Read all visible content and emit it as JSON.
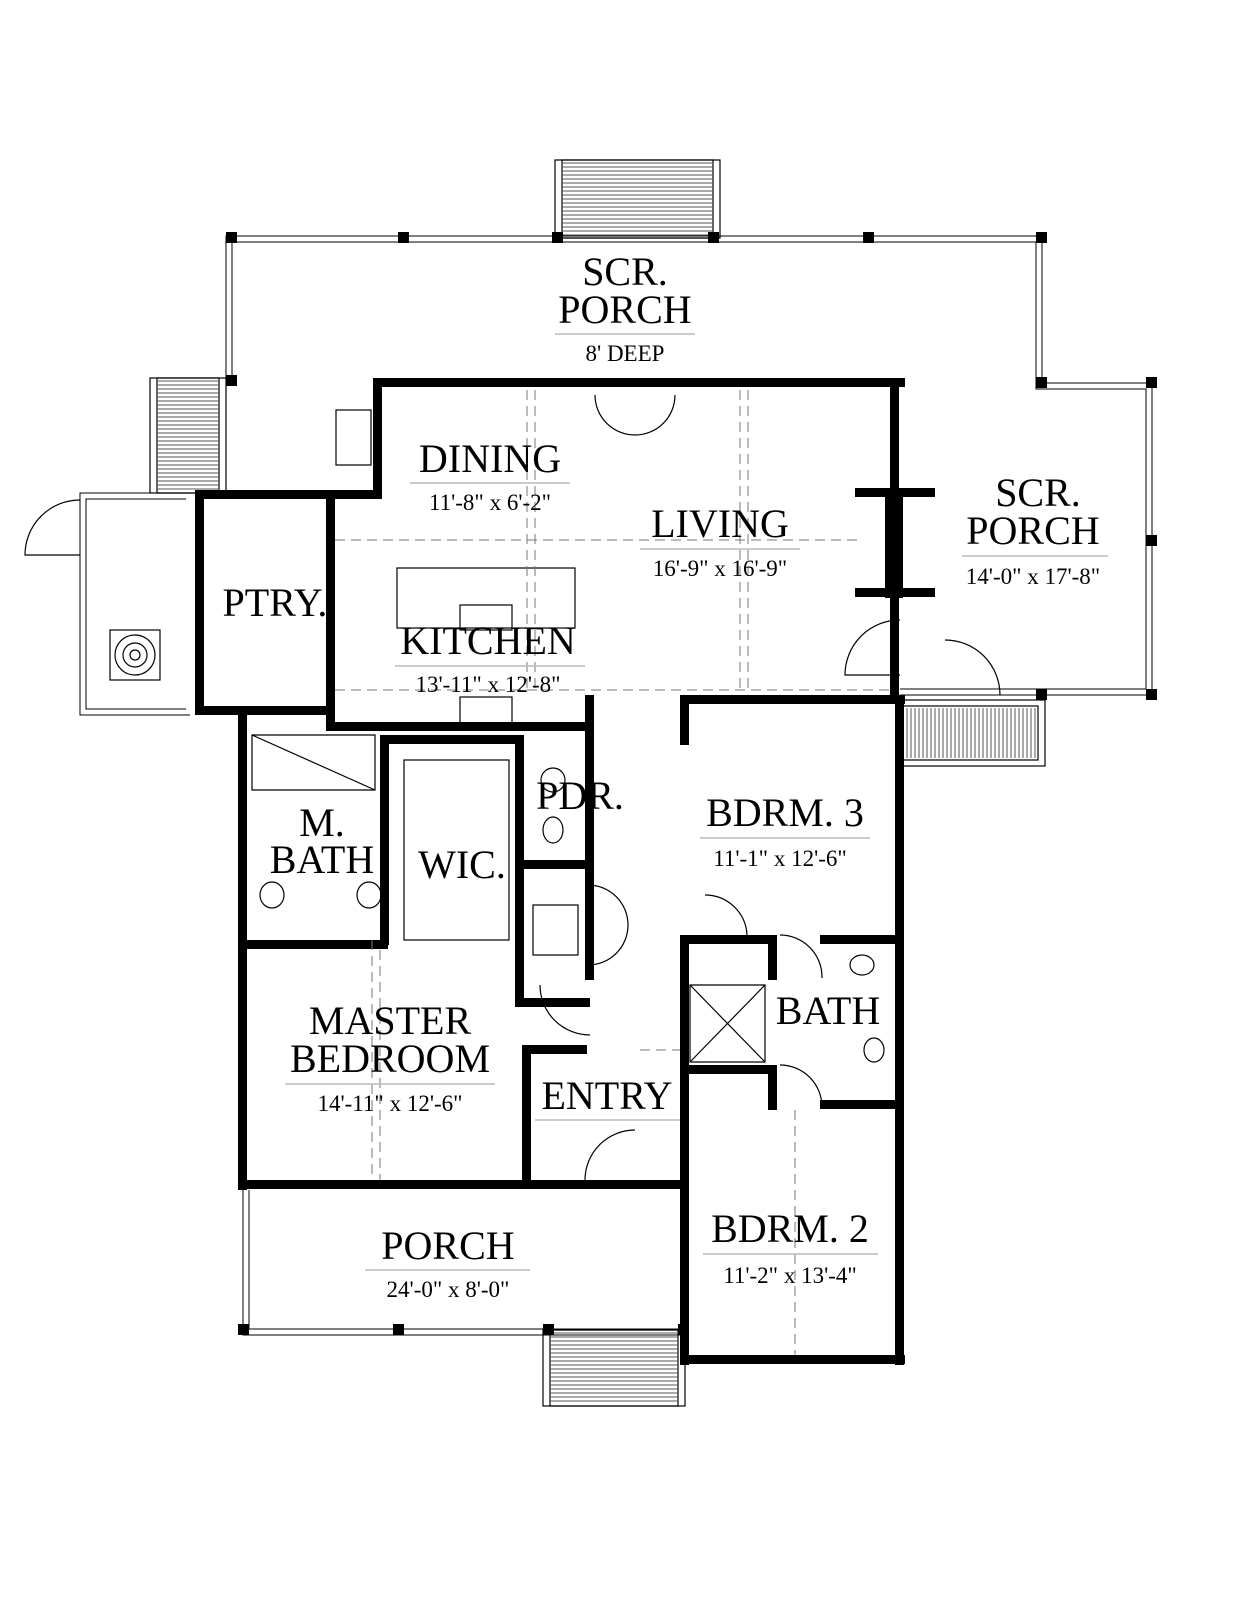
{
  "plan": {
    "rooms": {
      "scr_porch_top": {
        "line1": "SCR.",
        "line2": "PORCH",
        "dim": "8' DEEP"
      },
      "dining": {
        "name": "DINING",
        "dim": "11'-8\" x 6'-2\""
      },
      "living": {
        "name": "LIVING",
        "dim": "16'-9\" x 16'-9\""
      },
      "scr_porch_right": {
        "line1": "SCR.",
        "line2": "PORCH",
        "dim": "14'-0\" x 17'-8\""
      },
      "pantry": {
        "name": "PTRY."
      },
      "kitchen": {
        "name": "KITCHEN",
        "dim": "13'-11\" x 12'-8\""
      },
      "powder": {
        "name": "PDR."
      },
      "bdrm3": {
        "name": "BDRM. 3",
        "dim": "11'-1\" x 12'-6\""
      },
      "master_bath": {
        "line1": "M.",
        "line2": "BATH"
      },
      "wic": {
        "name": "WIC."
      },
      "bath": {
        "name": "BATH"
      },
      "master_bedroom": {
        "line1": "MASTER",
        "line2": "BEDROOM",
        "dim": "14'-11\" x 12'-6\""
      },
      "entry": {
        "name": "ENTRY"
      },
      "bdrm2": {
        "name": "BDRM. 2",
        "dim": "11'-2\" x 13'-4\""
      },
      "porch": {
        "name": "PORCH",
        "dim": "24'-0\" x 8'-0\""
      }
    }
  }
}
